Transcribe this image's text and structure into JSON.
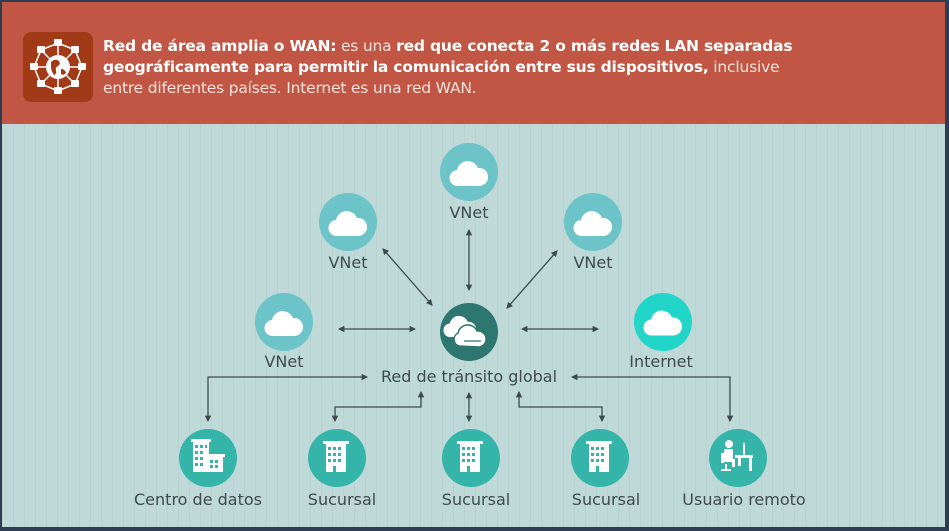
{
  "header": {
    "icon": "globe-network-icon",
    "segments": [
      {
        "text": "Red de área amplia o WAN:",
        "bold": true
      },
      {
        "text": " es una ",
        "bold": false
      },
      {
        "text": "red que conecta 2 o más redes LAN separadas geográficamente para permitir la comunicación entre sus dispositivos,",
        "bold": true
      },
      {
        "text": " inclusive entre diferentes países. Internet es una red WAN.",
        "bold": false
      }
    ]
  },
  "diagram": {
    "center": {
      "label": "Red de tránsito global",
      "icon": "cloud-transit-icon"
    },
    "nodes": {
      "vnet_top": {
        "label": "VNet",
        "icon": "cloud-icon"
      },
      "vnet_upper_left": {
        "label": "VNet",
        "icon": "cloud-icon"
      },
      "vnet_upper_right": {
        "label": "VNet",
        "icon": "cloud-icon"
      },
      "vnet_left": {
        "label": "VNet",
        "icon": "cloud-icon"
      },
      "internet": {
        "label": "Internet",
        "icon": "cloud-icon"
      },
      "datacenter": {
        "label": "Centro de datos",
        "icon": "buildings-icon"
      },
      "branch_1": {
        "label": "Sucursal",
        "icon": "building-icon"
      },
      "branch_2": {
        "label": "Sucursal",
        "icon": "building-icon"
      },
      "branch_3": {
        "label": "Sucursal",
        "icon": "building-icon"
      },
      "remote_user": {
        "label": "Usuario remoto",
        "icon": "person-at-desk-icon"
      }
    },
    "colors": {
      "vnet": "#6cc4c8",
      "internet": "#22d5c9",
      "center": "#2e7670",
      "building": "#35b4aa",
      "header": "#c05643"
    }
  }
}
